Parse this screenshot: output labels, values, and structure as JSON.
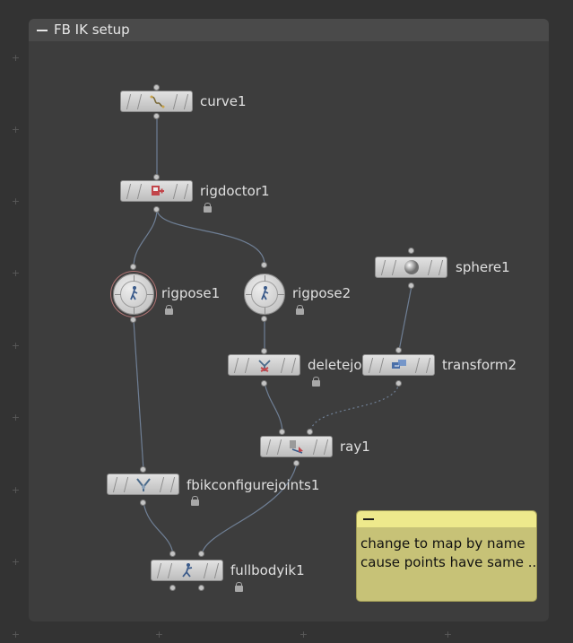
{
  "network_box": {
    "title": "FB IK setup"
  },
  "nodes": [
    {
      "id": "curve1",
      "label": "curve1",
      "icon": "curve-icon"
    },
    {
      "id": "rigdoctor1",
      "label": "rigdoctor1",
      "icon": "rigdoctor-icon"
    },
    {
      "id": "rigpose1",
      "label": "rigpose1",
      "icon": "rigpose-icon",
      "selected": true
    },
    {
      "id": "rigpose2",
      "label": "rigpose2",
      "icon": "rigpose-icon"
    },
    {
      "id": "deletejoints1",
      "label": "deletejo",
      "icon": "delete-joints-icon"
    },
    {
      "id": "sphere1",
      "label": "sphere1",
      "icon": "sphere-icon"
    },
    {
      "id": "transform2",
      "label": "transform2",
      "icon": "transform-icon"
    },
    {
      "id": "ray1",
      "label": "ray1",
      "icon": "ray-icon"
    },
    {
      "id": "fbikconfigurejoints1",
      "label": "fbikconfigurejoints1",
      "icon": "configure-joints-icon"
    },
    {
      "id": "fullbodyik1",
      "label": "fullbodyik1",
      "icon": "fullbody-ik-icon"
    }
  ],
  "sticky_note": {
    "text": "change to map by name\ncause points have same .."
  },
  "colors": {
    "background": "#333333",
    "network_box": "#3d3d3d",
    "wire": "#6f7f95",
    "sticky": "#c7c277",
    "sticky_header": "#eee98c",
    "selected_ring": "#b07474"
  }
}
